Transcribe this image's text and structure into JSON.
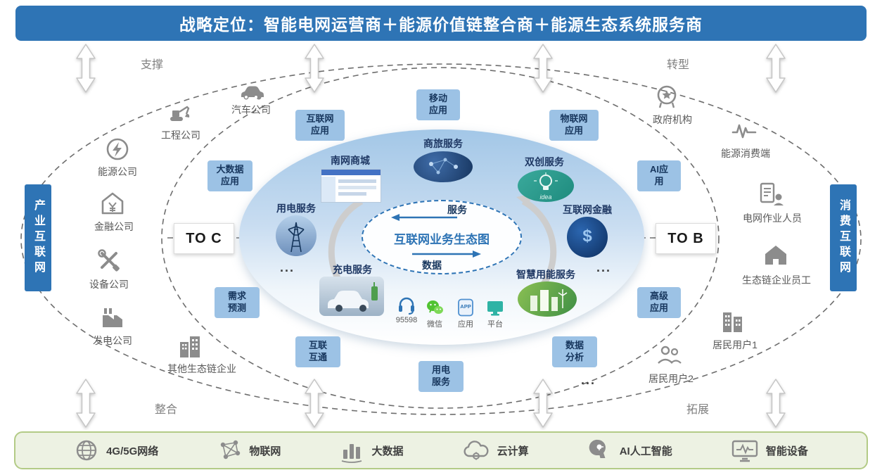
{
  "banner": {
    "text": "战略定位：智能电网运营商＋能源价值链整合商＋能源生态系统服务商"
  },
  "corners": {
    "top_left": "支撑",
    "top_right": "转型",
    "bottom_left": "整合",
    "bottom_right": "拓展"
  },
  "sides": {
    "left": "产业互联网",
    "right": "消费互联网"
  },
  "audience": {
    "left": "TO C",
    "right": "TO B"
  },
  "center": {
    "title": "互联网业务生态图",
    "flow_top": "服务",
    "flow_bottom": "数据"
  },
  "pills": [
    {
      "label": "互联网\n应用"
    },
    {
      "label": "移动\n应用"
    },
    {
      "label": "物联网\n应用"
    },
    {
      "label": "大数据\n应用"
    },
    {
      "label": "AI应\n用"
    },
    {
      "label": "需求\n预测"
    },
    {
      "label": "高级\n应用"
    },
    {
      "label": "互联\n互通"
    },
    {
      "label": "用电\n服务"
    },
    {
      "label": "数据\n分析"
    }
  ],
  "services": {
    "mall": {
      "label": "南网商城"
    },
    "travel": {
      "label": "商旅服务"
    },
    "innovation": {
      "label": "双创服务",
      "image_text": "idea"
    },
    "power_use": {
      "label": "用电服务"
    },
    "finance": {
      "label": "互联网金融",
      "symbol": "$"
    },
    "charging": {
      "label": "充电服务"
    },
    "smart_energy": {
      "label": "智慧用能服务"
    }
  },
  "channels": [
    {
      "label": "95598"
    },
    {
      "label": "微信"
    },
    {
      "label": "应用",
      "icon_text": "APP"
    },
    {
      "label": "平台"
    }
  ],
  "left_entities": [
    {
      "label": "汽车公司"
    },
    {
      "label": "工程公司"
    },
    {
      "label": "能源公司"
    },
    {
      "label": "金融公司"
    },
    {
      "label": "设备公司"
    },
    {
      "label": "发电公司"
    },
    {
      "label": "其他生态链企业"
    }
  ],
  "right_entities": [
    {
      "label": "政府机构"
    },
    {
      "label": "能源消费端"
    },
    {
      "label": "电网作业人员"
    },
    {
      "label": "生态链企业员工"
    },
    {
      "label": "居民用户1"
    },
    {
      "label": "居民用户2"
    }
  ],
  "bottom_tech": [
    {
      "label": "4G/5G网络"
    },
    {
      "label": "物联网"
    },
    {
      "label": "大数据"
    },
    {
      "label": "云计算"
    },
    {
      "label": "AI人工智能"
    },
    {
      "label": "智能设备"
    }
  ],
  "ellipsis": {
    "left": "...",
    "right": "...",
    "bottom": "..."
  },
  "colors": {
    "banner_blue": "#2E74B5",
    "pill_blue": "#9CC2E5",
    "pill_text": "#17365D",
    "tech_bar_bg": "#EDF2E3",
    "tech_bar_border": "#B3CB86",
    "gray_icon": "#8C8C8C",
    "dashed_line": "#6E6E6E",
    "wechat_green": "#51C332",
    "platform_teal": "#2FB3A5"
  }
}
